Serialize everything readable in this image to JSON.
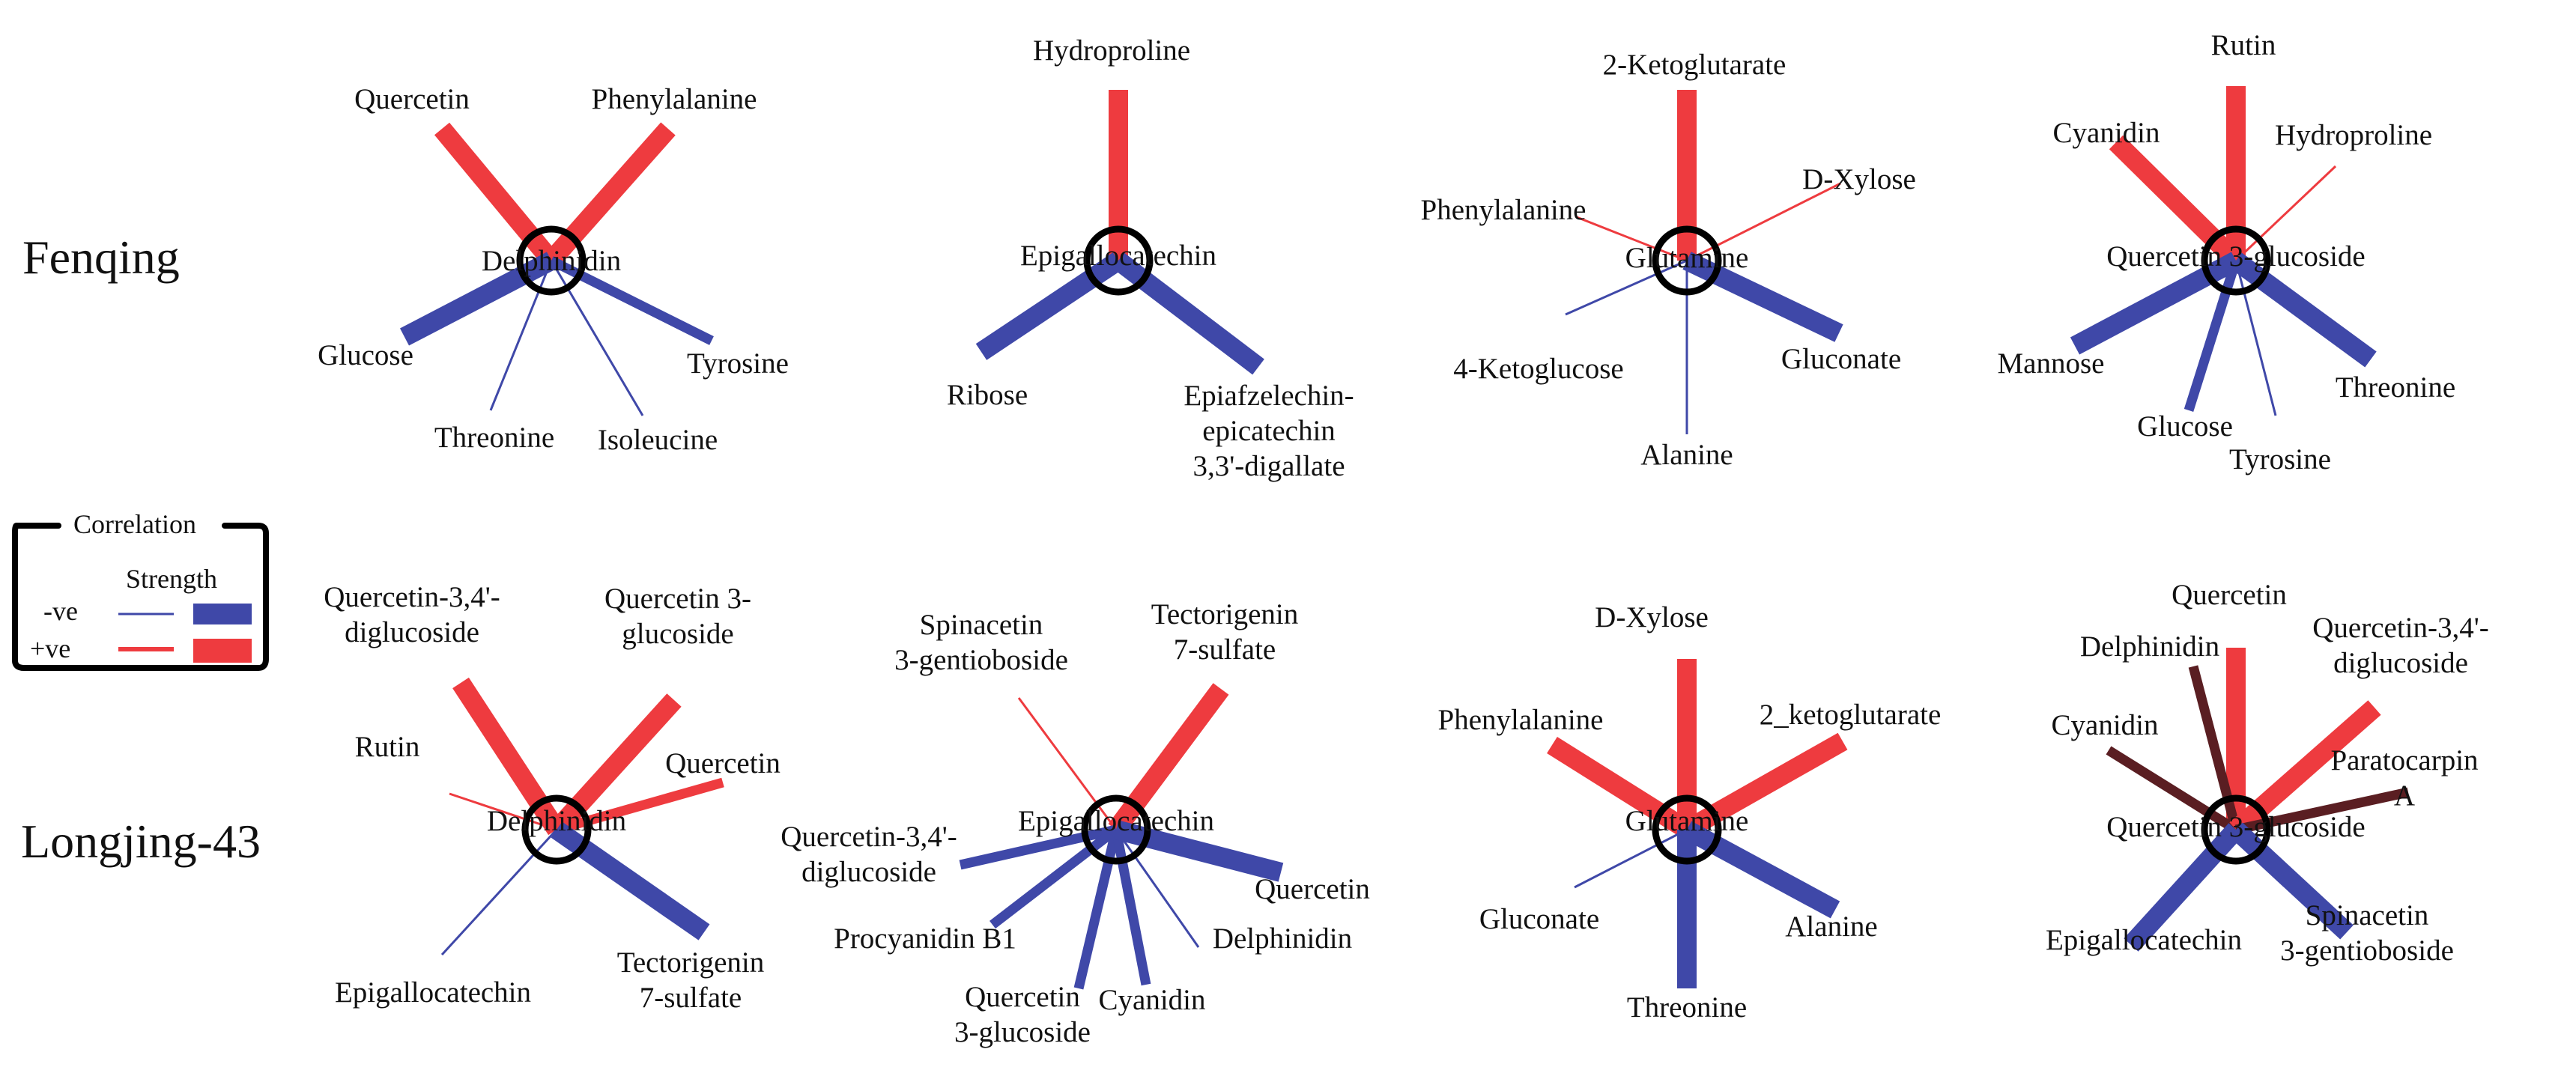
{
  "colors": {
    "negative": "#3F48A8",
    "positive": "#EE3B3F",
    "dark_positive": "#5A1E22",
    "node_stroke": "#000000"
  },
  "row_labels": [
    "Fenqing",
    "Longjing-43"
  ],
  "legend": {
    "title": "Correlation",
    "strength": "Strength",
    "negative": "-ve",
    "positive": "+ve"
  },
  "networks": [
    {
      "row": "Fenqing",
      "hub": "Delphinidin",
      "links": [
        {
          "target": "Quercetin",
          "sign": "positive",
          "strength": "strong"
        },
        {
          "target": "Phenylalanine",
          "sign": "positive",
          "strength": "strong"
        },
        {
          "target": "Glucose",
          "sign": "negative",
          "strength": "strong"
        },
        {
          "target": "Tyrosine",
          "sign": "negative",
          "strength": "medium"
        },
        {
          "target": "Threonine",
          "sign": "negative",
          "strength": "weak"
        },
        {
          "target": "Isoleucine",
          "sign": "negative",
          "strength": "weak"
        }
      ]
    },
    {
      "row": "Fenqing",
      "hub": "Epigallocatechin",
      "links": [
        {
          "target": "Hydroproline",
          "sign": "positive",
          "strength": "strong"
        },
        {
          "target": "Ribose",
          "sign": "negative",
          "strength": "strong"
        },
        {
          "target": "Epiafzelechin-epicatechin 3,3'-digallate",
          "sign": "negative",
          "strength": "strong"
        }
      ]
    },
    {
      "row": "Fenqing",
      "hub": "Glutamine",
      "links": [
        {
          "target": "2-Ketoglutarate",
          "sign": "positive",
          "strength": "strong"
        },
        {
          "target": "D-Xylose",
          "sign": "positive",
          "strength": "weak"
        },
        {
          "target": "Phenylalanine",
          "sign": "positive",
          "strength": "weak"
        },
        {
          "target": "4-Ketoglucose",
          "sign": "negative",
          "strength": "weak"
        },
        {
          "target": "Gluconate",
          "sign": "negative",
          "strength": "strong"
        },
        {
          "target": "Alanine",
          "sign": "negative",
          "strength": "weak"
        }
      ]
    },
    {
      "row": "Fenqing",
      "hub": "Quercetin 3-glucoside",
      "links": [
        {
          "target": "Rutin",
          "sign": "positive",
          "strength": "strong"
        },
        {
          "target": "Cyanidin",
          "sign": "positive",
          "strength": "strong"
        },
        {
          "target": "Hydroproline",
          "sign": "positive",
          "strength": "weak"
        },
        {
          "target": "Mannose",
          "sign": "negative",
          "strength": "strong"
        },
        {
          "target": "Threonine",
          "sign": "negative",
          "strength": "strong"
        },
        {
          "target": "Glucose",
          "sign": "negative",
          "strength": "medium"
        },
        {
          "target": "Tyrosine",
          "sign": "negative",
          "strength": "weak"
        }
      ]
    },
    {
      "row": "Longjing-43",
      "hub": "Delphinidin",
      "links": [
        {
          "target": "Quercetin-3,4'-diglucoside",
          "sign": "positive",
          "strength": "strong"
        },
        {
          "target": "Quercetin 3-glucoside",
          "sign": "positive",
          "strength": "strong"
        },
        {
          "target": "Rutin",
          "sign": "positive",
          "strength": "weak"
        },
        {
          "target": "Quercetin",
          "sign": "positive",
          "strength": "medium"
        },
        {
          "target": "Epigallocatechin",
          "sign": "negative",
          "strength": "weak"
        },
        {
          "target": "Tectorigenin 7-sulfate",
          "sign": "negative",
          "strength": "strong"
        }
      ]
    },
    {
      "row": "Longjing-43",
      "hub": "Epigallocatechin",
      "links": [
        {
          "target": "Spinacetin 3-gentioboside",
          "sign": "positive",
          "strength": "weak"
        },
        {
          "target": "Tectorigenin 7-sulfate",
          "sign": "positive",
          "strength": "strong"
        },
        {
          "target": "Quercetin-3,4'-diglucoside",
          "sign": "negative",
          "strength": "medium"
        },
        {
          "target": "Procyanidin B1",
          "sign": "negative",
          "strength": "medium"
        },
        {
          "target": "Quercetin 3-glucoside",
          "sign": "negative",
          "strength": "medium"
        },
        {
          "target": "Cyanidin",
          "sign": "negative",
          "strength": "medium"
        },
        {
          "target": "Delphinidin",
          "sign": "negative",
          "strength": "weak"
        },
        {
          "target": "Quercetin",
          "sign": "negative",
          "strength": "strong"
        }
      ]
    },
    {
      "row": "Longjing-43",
      "hub": "Glutamine",
      "links": [
        {
          "target": "D-Xylose",
          "sign": "positive",
          "strength": "strong"
        },
        {
          "target": "Phenylalanine",
          "sign": "positive",
          "strength": "strong"
        },
        {
          "target": "2_ketoglutarate",
          "sign": "positive",
          "strength": "strong"
        },
        {
          "target": "Gluconate",
          "sign": "negative",
          "strength": "weak"
        },
        {
          "target": "Alanine",
          "sign": "negative",
          "strength": "strong"
        },
        {
          "target": "Threonine",
          "sign": "negative",
          "strength": "strong"
        }
      ]
    },
    {
      "row": "Longjing-43",
      "hub": "Quercetin 3-glucoside",
      "links": [
        {
          "target": "Quercetin",
          "sign": "positive",
          "strength": "strong"
        },
        {
          "target": "Delphinidin",
          "sign": "positive",
          "strength": "medium"
        },
        {
          "target": "Cyanidin",
          "sign": "positive",
          "strength": "medium"
        },
        {
          "target": "Quercetin-3,4'-diglucoside",
          "sign": "positive",
          "strength": "strong"
        },
        {
          "target": "Paratocarpin A",
          "sign": "positive",
          "strength": "medium"
        },
        {
          "target": "Epigallocatechin",
          "sign": "negative",
          "strength": "strong"
        },
        {
          "target": "Spinacetin 3-gentioboside",
          "sign": "negative",
          "strength": "strong"
        }
      ]
    }
  ],
  "labels": {
    "n0": {
      "hub": [
        "Delphinidin"
      ],
      "t": [
        [
          "Quercetin"
        ],
        [
          "Phenylalanine"
        ],
        [
          "Glucose"
        ],
        [
          "Tyrosine"
        ],
        [
          "Threonine"
        ],
        [
          "Isoleucine"
        ]
      ]
    },
    "n1": {
      "hub": [
        "Epigallocatechin"
      ],
      "t": [
        [
          "Hydroproline"
        ],
        [
          "Ribose"
        ],
        [
          "Epiafzelechin-",
          "epicatechin",
          "3,3'-digallate"
        ]
      ]
    },
    "n2": {
      "hub": [
        "Glutamine"
      ],
      "t": [
        [
          "2-Ketoglutarate"
        ],
        [
          "D-Xylose"
        ],
        [
          "Phenylalanine"
        ],
        [
          "4-Ketoglucose"
        ],
        [
          "Gluconate"
        ],
        [
          "Alanine"
        ]
      ]
    },
    "n3": {
      "hub": [
        "Quercetin  3-glucoside"
      ],
      "t": [
        [
          "Rutin"
        ],
        [
          "Cyanidin"
        ],
        [
          "Hydroproline"
        ],
        [
          "Mannose"
        ],
        [
          "Threonine"
        ],
        [
          "Glucose"
        ],
        [
          "Tyrosine"
        ]
      ]
    },
    "n4": {
      "hub": [
        "Delphinidin"
      ],
      "t": [
        [
          "Quercetin-3,4'-",
          "diglucoside"
        ],
        [
          "Quercetin  3-",
          "glucoside"
        ],
        [
          "Rutin"
        ],
        [
          "Quercetin"
        ],
        [
          "Epigallocatechin"
        ],
        [
          "Tectorigenin",
          "7-sulfate"
        ]
      ]
    },
    "n5": {
      "hub": [
        "Epigallocatechin"
      ],
      "t": [
        [
          "Spinacetin",
          "3-gentioboside"
        ],
        [
          "Tectorigenin",
          "7-sulfate"
        ],
        [
          "Quercetin-3,4'-",
          "diglucoside"
        ],
        [
          "Procyanidin  B1"
        ],
        [
          "Quercetin",
          "3-glucoside"
        ],
        [
          "Cyanidin"
        ],
        [
          "Delphinidin"
        ],
        [
          "Quercetin"
        ]
      ]
    },
    "n6": {
      "hub": [
        "Glutamine"
      ],
      "t": [
        [
          "D-Xylose"
        ],
        [
          "Phenylalanine"
        ],
        [
          "2_ketoglutarate"
        ],
        [
          "Gluconate"
        ],
        [
          "Alanine"
        ],
        [
          "Threonine"
        ]
      ]
    },
    "n7": {
      "hub": [
        "Quercetin  3-glucoside"
      ],
      "t": [
        [
          "Quercetin"
        ],
        [
          "Delphinidin"
        ],
        [
          "Cyanidin"
        ],
        [
          "Quercetin-3,4'-",
          "diglucoside"
        ],
        [
          "Paratocarpin",
          "A"
        ],
        [
          "Epigallocatechin"
        ],
        [
          "Spinacetin",
          "3-gentioboside"
        ]
      ]
    }
  }
}
